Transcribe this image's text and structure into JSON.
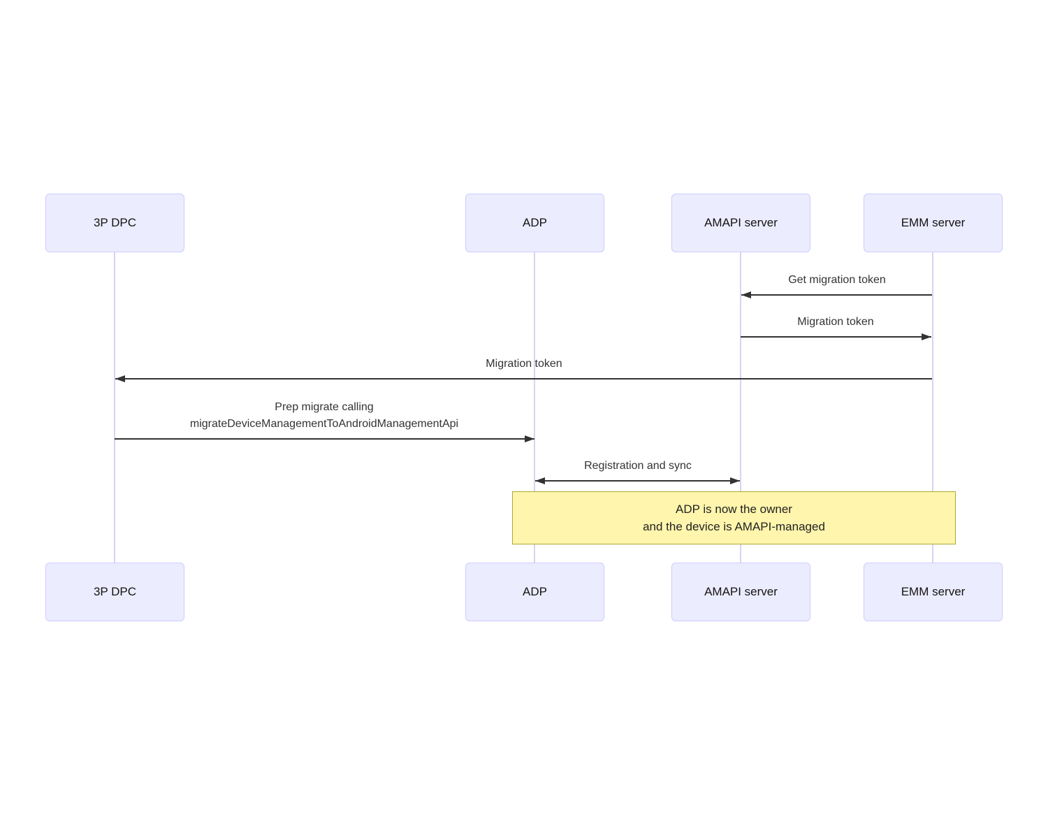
{
  "diagram": {
    "type": "sequence",
    "background": "#ffffff",
    "colors": {
      "actor_fill": "#ececff",
      "actor_border": "#ccccff",
      "lifeline": "#d9d2f0",
      "arrow": "#333333",
      "message_text": "#333333",
      "note_fill": "#fff5ad",
      "note_border": "#aaaa33"
    },
    "actors": [
      {
        "label": "3P DPC"
      },
      {
        "label": "ADP"
      },
      {
        "label": "AMAPI server"
      },
      {
        "label": "EMM server"
      }
    ],
    "messages": [
      {
        "label": "Get migration token",
        "from": "EMM server",
        "to": "AMAPI server",
        "direction": "left"
      },
      {
        "label": "Migration token",
        "from": "AMAPI server",
        "to": "EMM server",
        "direction": "right"
      },
      {
        "label": "Migration token",
        "from": "EMM server",
        "to": "3P DPC",
        "direction": "left"
      },
      {
        "label_lines": [
          "Prep migrate calling",
          "migrateDeviceManagementToAndroidManagementApi"
        ],
        "from": "3P DPC",
        "to": "ADP",
        "direction": "right"
      },
      {
        "label": "Registration and sync",
        "from": "ADP",
        "to": "AMAPI server",
        "direction": "both"
      }
    ],
    "note": {
      "over": [
        "ADP",
        "EMM server"
      ],
      "lines": [
        "ADP is now the owner",
        "and the device is AMAPI-managed"
      ]
    }
  }
}
